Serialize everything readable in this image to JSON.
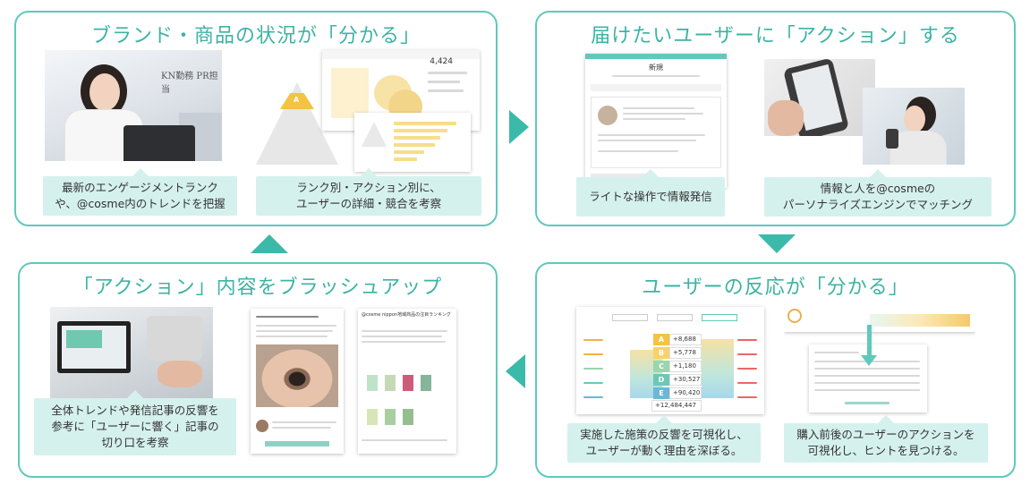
{
  "panels": {
    "understand_brand": {
      "title": "ブランド・商品の状況が「分かる」",
      "photo_sign": "KN勤務 PR担当",
      "caption_left": [
        "最新のエンゲージメントランク",
        "や、@cosme内のトレンドを把握"
      ],
      "caption_right": [
        "ランク別・アクション別に、",
        "ユーザーの詳細・競合を考察"
      ],
      "dashboard_value": "4,424",
      "pyramid_top_label": "A"
    },
    "action_to_users": {
      "title": "届けたいユーザーに「アクション」する",
      "caption_left": [
        "ライトな操作で情報発信"
      ],
      "caption_right": [
        "情報と人を@cosmeの",
        "パーソナライズエンジンでマッチング"
      ],
      "post_title": "新規"
    },
    "brush_up": {
      "title": "「アクション」内容をブラッシュアップ",
      "caption": [
        "全体トレンドや発信記事の反響を",
        "参考に「ユーザーに響く」記事の",
        "切り口を考察"
      ],
      "article_heading": "@cosme nippon地域商品の注目ランキング"
    },
    "user_reaction": {
      "title": "ユーザーの反応が「分かる」",
      "caption_left": [
        "実施した施策の反響を可視化し、",
        "ユーザーが動く理由を深ぼる。"
      ],
      "caption_right": [
        "購入前後のユーザーのアクションを",
        "可視化し、ヒントを見つける。"
      ],
      "funnel_values": [
        "+8,688",
        "+5,778",
        "+1,180",
        "+30,527",
        "+90,420",
        "+12,484,447"
      ],
      "funnel_ranks": [
        "A",
        "B",
        "C",
        "D",
        "E"
      ]
    }
  },
  "colors": {
    "accent": "#3bbaa9",
    "border": "#5fc9bb",
    "caption_bg": "#d5f1ed",
    "title_text": "#3db3a4",
    "rank_yellow": "#f3c343"
  }
}
